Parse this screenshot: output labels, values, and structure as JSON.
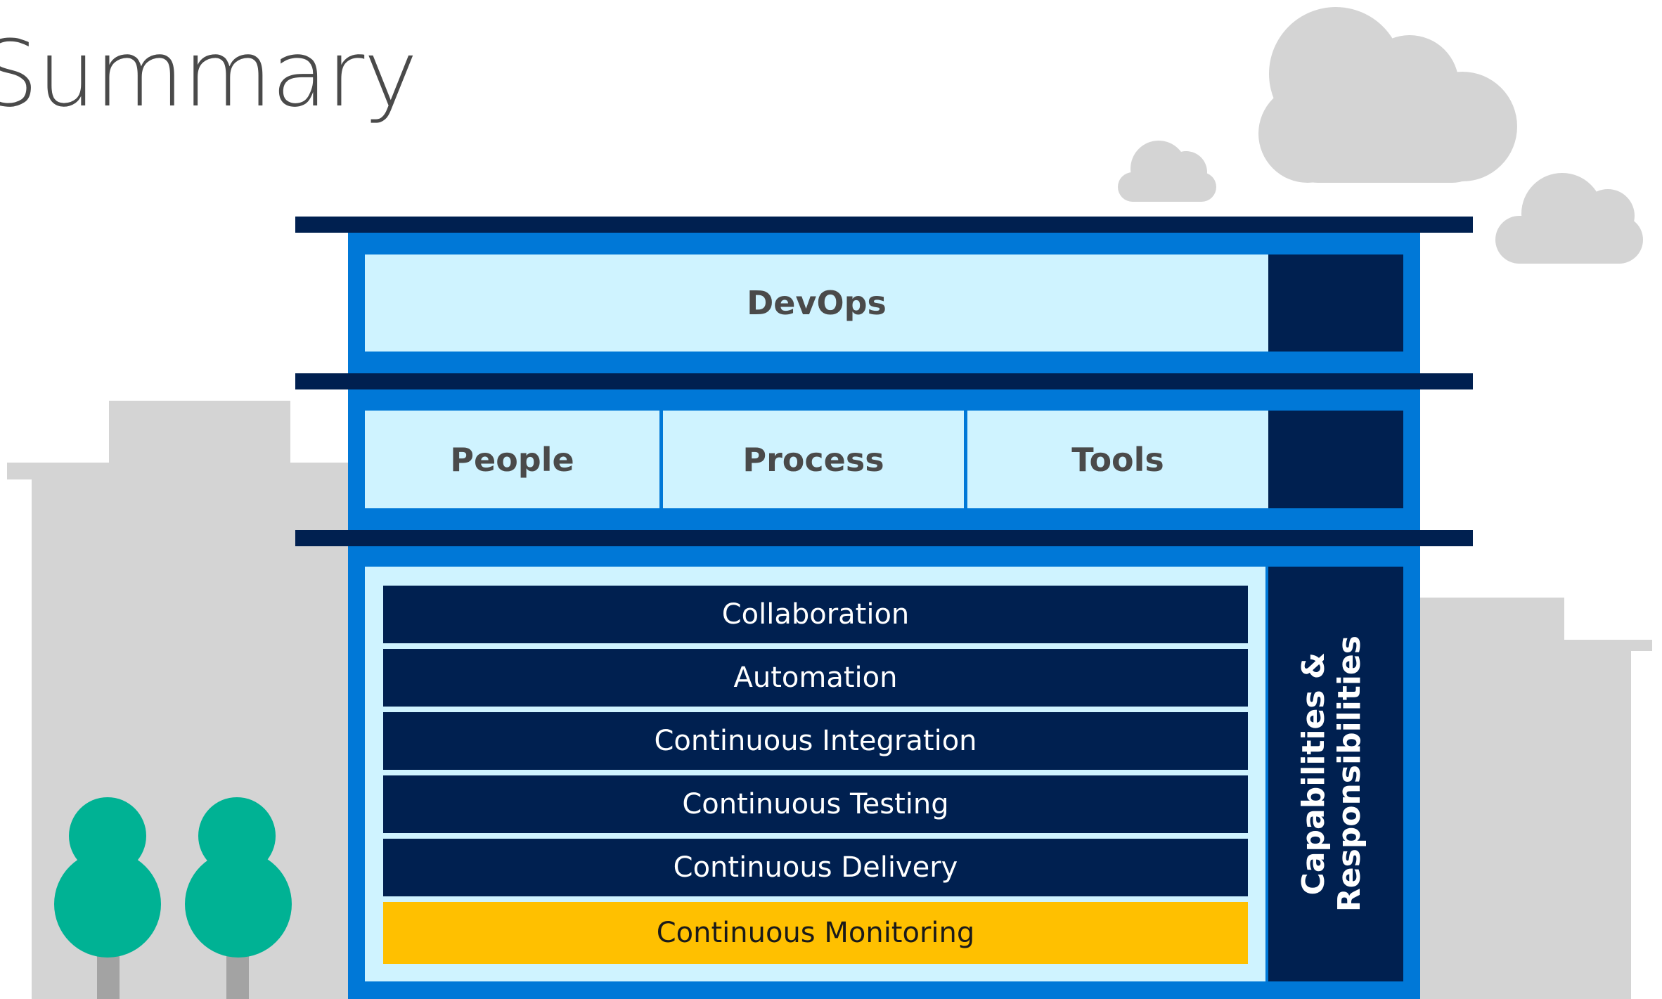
{
  "title": "Summary",
  "colors": {
    "background": "#ffffff",
    "skyline": "#d4d4d4",
    "cloud": "#d4d4d4",
    "tree": "#00b294",
    "trunk": "#a3a3a3",
    "navy": "#002050",
    "blue": "#0078d7",
    "light_blue": "#cff3ff",
    "highlight": "#ffc000",
    "text_dark": "#4a4a4a"
  },
  "building": {
    "top_floor": {
      "label": "DevOps"
    },
    "middle_floor": {
      "pillars": [
        "People",
        "Process",
        "Tools"
      ]
    },
    "ground_floor": {
      "practices": [
        "Collaboration",
        "Automation",
        "Continuous Integration",
        "Continuous Testing",
        "Continuous Delivery",
        "Continuous Monitoring"
      ],
      "highlighted_practice": "Continuous Monitoring",
      "side_label": "Capabilities &\nResponsibilities"
    }
  },
  "decorations": [
    "cloud-icon",
    "cloud-icon",
    "cloud-icon",
    "tree-icon",
    "tree-icon",
    "skyline"
  ]
}
